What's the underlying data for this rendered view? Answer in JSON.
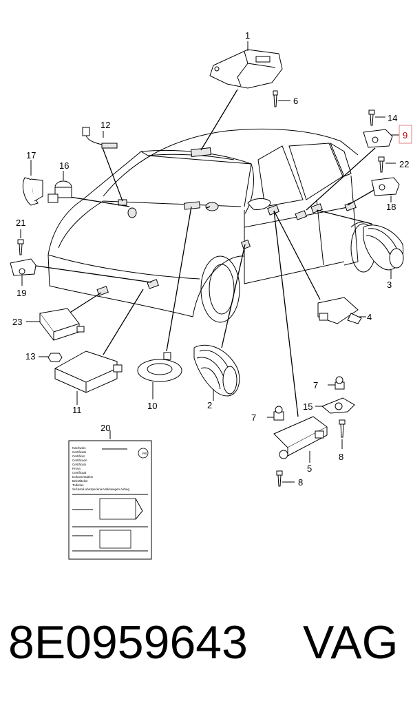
{
  "callouts": [
    {
      "id": "c1",
      "text": "1"
    },
    {
      "id": "c2",
      "text": "2"
    },
    {
      "id": "c3",
      "text": "3"
    },
    {
      "id": "c4",
      "text": "4"
    },
    {
      "id": "c5",
      "text": "5"
    },
    {
      "id": "c6",
      "text": "6"
    },
    {
      "id": "c7a",
      "text": "7"
    },
    {
      "id": "c7b",
      "text": "7"
    },
    {
      "id": "c8a",
      "text": "8"
    },
    {
      "id": "c8b",
      "text": "8"
    },
    {
      "id": "c9",
      "text": "9"
    },
    {
      "id": "c10",
      "text": "10"
    },
    {
      "id": "c11",
      "text": "11"
    },
    {
      "id": "c12",
      "text": "12"
    },
    {
      "id": "c13",
      "text": "13"
    },
    {
      "id": "c14",
      "text": "14"
    },
    {
      "id": "c15",
      "text": "15"
    },
    {
      "id": "c16",
      "text": "16"
    },
    {
      "id": "c17",
      "text": "17"
    },
    {
      "id": "c18",
      "text": "18"
    },
    {
      "id": "c19",
      "text": "19"
    },
    {
      "id": "c20",
      "text": "20"
    },
    {
      "id": "c21",
      "text": "21"
    },
    {
      "id": "c22",
      "text": "22"
    },
    {
      "id": "c23",
      "text": "23"
    }
  ],
  "highlighted_callout": "9",
  "highlight_color": "#c00000",
  "document": {
    "lines": [
      "Nachweis",
      "Certificate",
      "Certificat",
      "Certificado",
      "Certificato",
      "Prova",
      "Certificaat",
      "Dokumentation",
      "Bekräftelse",
      "Todistus",
      "Sučasná ubezpečenie"
    ],
    "footer_line": "Volkswagen Airbag"
  },
  "footer": {
    "part_number": "8E0959643",
    "brand": "VAG"
  }
}
